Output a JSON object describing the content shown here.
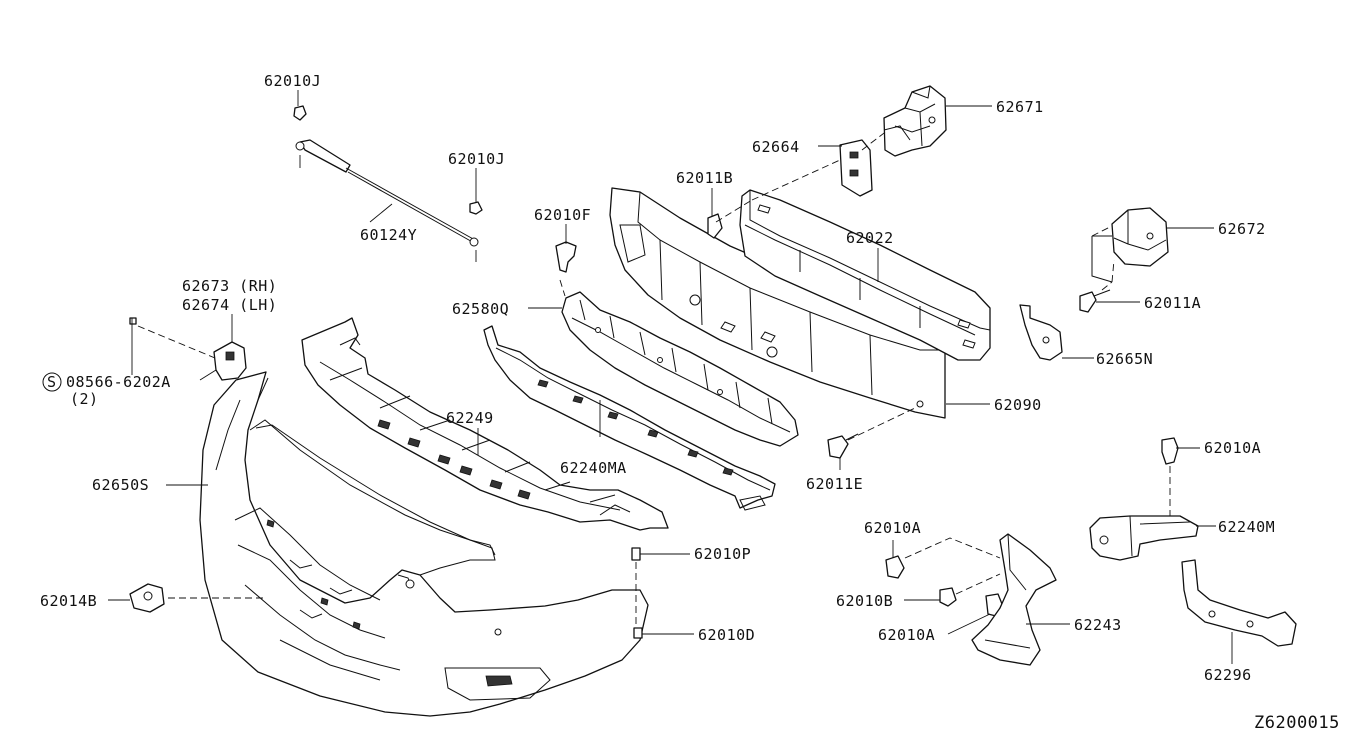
{
  "diagram_id": "Z6200015",
  "callouts": {
    "p62010J_top": "62010J",
    "p62010J_mid": "62010J",
    "p60124Y": "60124Y",
    "p62673": "62673 (RH)",
    "p62674": "62674 (LH)",
    "p08566": "08566-6202A",
    "p08566_qty": "(2)",
    "p62650S": "62650S",
    "p62014B": "62014B",
    "p62249": "62249",
    "p62010F": "62010F",
    "p62580Q": "62580Q",
    "p62240MA": "62240MA",
    "p62011B": "62011B",
    "p62664": "62664",
    "p62671": "62671",
    "p62022": "62022",
    "p62672": "62672",
    "p62011A": "62011A",
    "p62665N": "62665N",
    "p62090": "62090",
    "p62011E": "62011E",
    "p62010A_r": "62010A",
    "p62240M": "62240M",
    "p62010P": "62010P",
    "p62010D": "62010D",
    "p62010A_l": "62010A",
    "p62010B": "62010B",
    "p62010A_b": "62010A",
    "p62243": "62243",
    "p62296": "62296"
  },
  "standard_part_symbol": "S"
}
